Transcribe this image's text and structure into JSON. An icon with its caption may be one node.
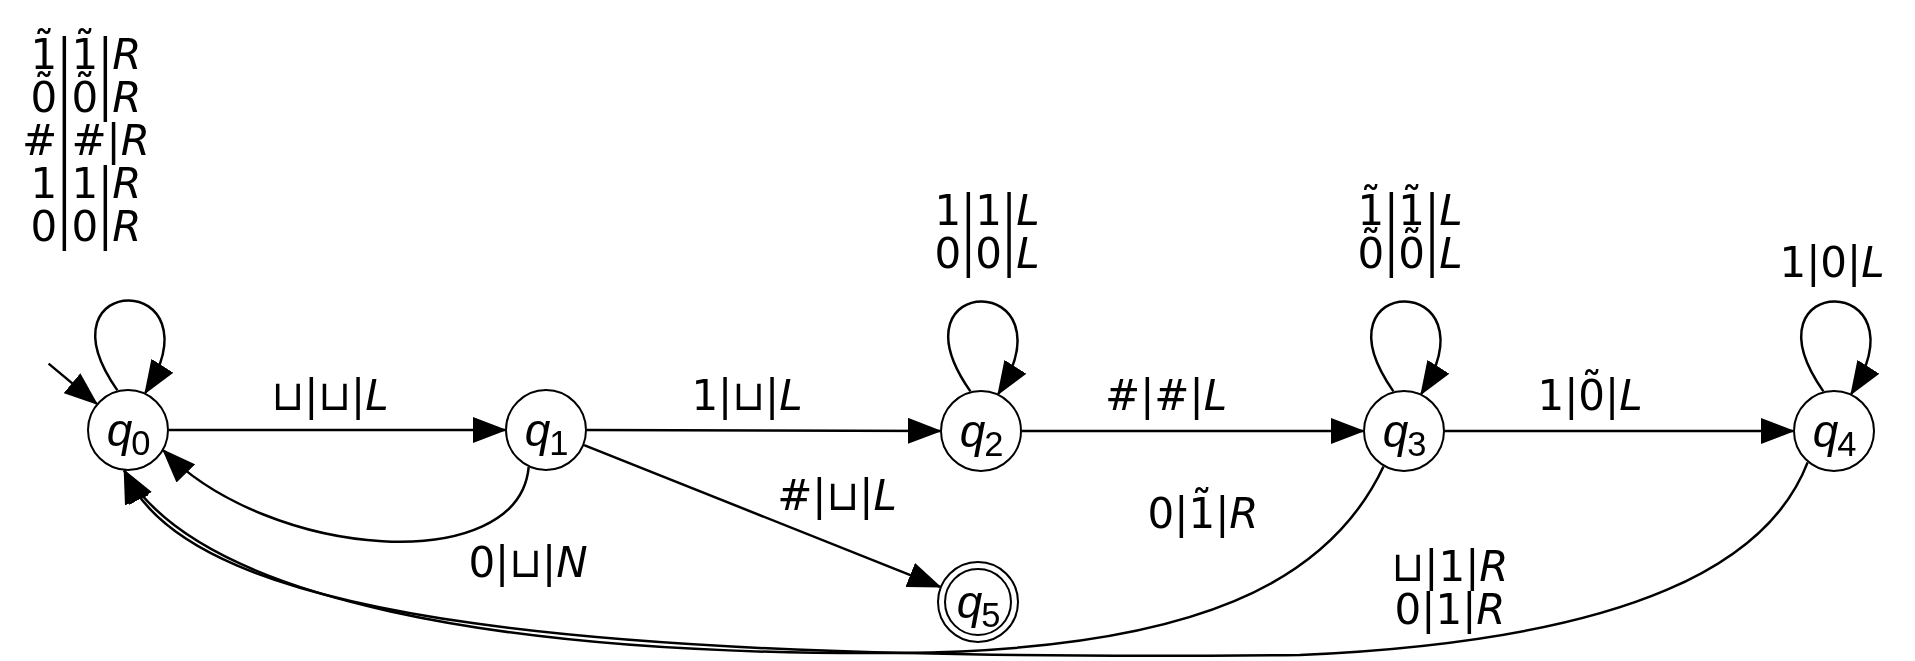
{
  "diagram": {
    "nodes": [
      {
        "text": [
          "*q*$_{0}$"
        ]
      },
      {
        "text": [
          "*q*$_{1}$"
        ]
      },
      {
        "text": [
          "*q*$_{2}$"
        ]
      },
      {
        "text": [
          "*q*$_{3}$"
        ]
      },
      {
        "text": [
          "*q*$_{4}$"
        ]
      },
      {
        "text": [
          "*q*$_{5}$"
        ]
      }
    ],
    "edges": [
      {
        "from": null,
        "to": 0,
        "arrow": "to"
      },
      {
        "from": 0,
        "to": 0,
        "arrow": "to",
        "label": "1̃|1̃|*R* 0̃|0̃|*R* #|#|*R* 1|1|*R* 0|0|*R*"
      },
      {
        "from": 0,
        "to": 1,
        "arrow": "to",
        "label": "⊔|⊔|*L*"
      },
      {
        "from": 1,
        "to": 0,
        "arrow": "to",
        "label": "0|⊔|*N*"
      },
      {
        "from": 1,
        "to": 2,
        "arrow": "to",
        "label": "1|⊔|*L*"
      },
      {
        "from": 1,
        "to": 5,
        "arrow": "to",
        "label": "#|⊔|*L*"
      },
      {
        "from": 2,
        "to": 2,
        "arrow": "to",
        "label": "1|1|*L* 0|0|*L*"
      },
      {
        "from": 2,
        "to": 3,
        "arrow": "to",
        "label": "#|#|*L*"
      },
      {
        "from": 3,
        "to": 3,
        "arrow": "to",
        "label": "1̃|1̃|*L* 0̃|0̃|*L*"
      },
      {
        "from": 3,
        "to": 4,
        "arrow": "to",
        "label": "1|0̃|*L*"
      },
      {
        "from": 4,
        "to": 4,
        "arrow": "to",
        "label": "1|0|*L*"
      },
      {
        "from": 3,
        "to": 0,
        "arrow": "to",
        "label": "0|1̃|*R*"
      },
      {
        "from": 4,
        "to": 0,
        "arrow": "to",
        "label": "⊔|1|*R* 0|1|*R*"
      }
    ]
  }
}
